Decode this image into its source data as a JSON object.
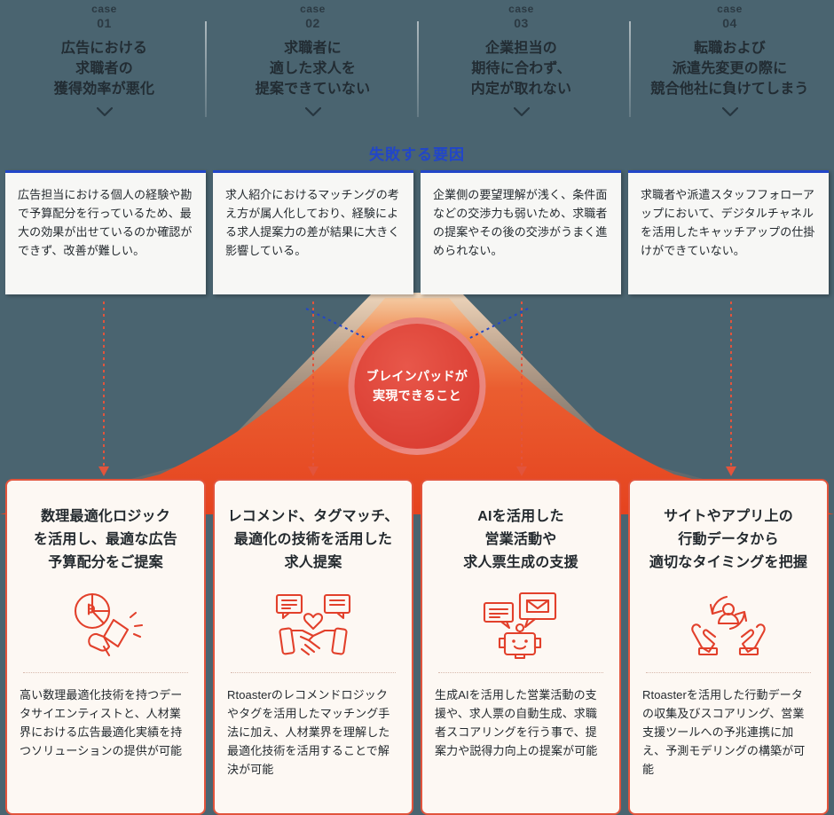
{
  "theme": {
    "background": "#4a6470",
    "accent_blue": "#2246c8",
    "accent_red": "#e2543c",
    "card_bg": "#f7f7f5",
    "solution_card_bg": "#fdf8f3"
  },
  "cases": [
    {
      "kicker": "case",
      "number": "01",
      "title": "広告における\n求職者の\n獲得効率が悪化"
    },
    {
      "kicker": "case",
      "number": "02",
      "title": "求職者に\n適した求人を\n提案できていない"
    },
    {
      "kicker": "case",
      "number": "03",
      "title": "企業担当の\n期待に合わず、\n内定が取れない"
    },
    {
      "kicker": "case",
      "number": "04",
      "title": "転職および\n派遣先変更の際に\n競合他社に負けてしまう"
    }
  ],
  "fail_badge": "失敗する要因",
  "problems": [
    "広告担当における個人の経験や勘で予算配分を行っているため、最大の効果が出せているのか確認ができず、改善が難しい。",
    "求人紹介におけるマッチングの考え方が属人化しており、経験による求人提案力の差が結果に大きく影響している。",
    "企業側の要望理解が浅く、条件面などの交渉力も弱いため、求職者の提案やその後の交渉がうまく進められない。",
    "求職者や派遣スタッフフォローアップにおいて、デジタルチャネルを活用したキャッチアップの仕掛けができていない。"
  ],
  "hub": {
    "label": "ブレインパッドが\n実現できること"
  },
  "solutions": [
    {
      "title": "数理最適化ロジック\nを活用し、最適な広告\n予算配分をご提案",
      "icon": "pie-chart-megaphone-icon",
      "description": "高い数理最適化技術を持つデータサイエンティストと、人材業界における広告最適化実績を持つソリューションの提供が可能"
    },
    {
      "title": "レコメンド、タグマッチ、\n最適化の技術を活用した\n求人提案",
      "icon": "handshake-chat-heart-icon",
      "description": "Rtoasterのレコメンドロジックやタグを活用したマッチング手法に加え、人材業界を理解した最適化技術を活用することで解決が可能"
    },
    {
      "title": "AIを活用した\n営業活動や\n求人票生成の支援",
      "icon": "chatbot-mail-icon",
      "description": "生成AIを活用した営業活動の支援や、求人票の自動生成、求職者スコアリングを行う事で、提案力や説得力向上の提案が可能"
    },
    {
      "title": "サイトやアプリ上の\n行動データから\n適切なタイミングを把握",
      "icon": "hands-user-cycle-icon",
      "description": "Rtoasterを活用した行動データの収集及びスコアリング、営業支援ツールへの予兆連携に加え、予測モデリングの構築が可能"
    }
  ]
}
